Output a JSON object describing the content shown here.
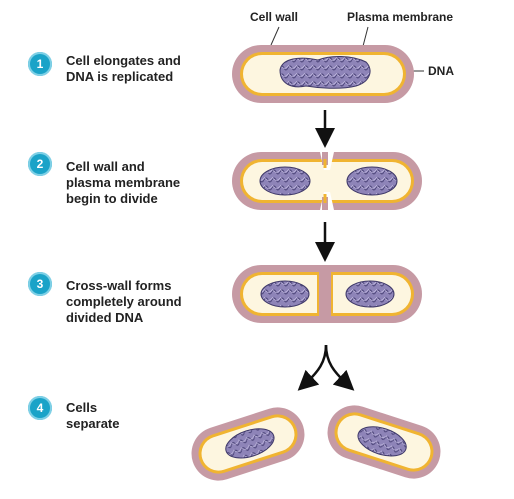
{
  "labels": {
    "cell_wall": "Cell wall",
    "plasma_membrane": "Plasma membrane",
    "dna": "DNA"
  },
  "steps": [
    {
      "number": "1",
      "text": "Cell elongates and\nDNA is replicated"
    },
    {
      "number": "2",
      "text": "Cell wall and\nplasma membrane\nbegin to divide"
    },
    {
      "number": "3",
      "text": "Cross-wall forms\ncompletely around\ndivided DNA"
    },
    {
      "number": "4",
      "text": "Cells\nseparate"
    }
  ],
  "colors": {
    "cell_wall": "#c69aa4",
    "plasma_membrane": "#f0b431",
    "cytoplasm": "#fdf6e0",
    "dna": "#8e84b8",
    "badge": "#1aa3c8"
  }
}
